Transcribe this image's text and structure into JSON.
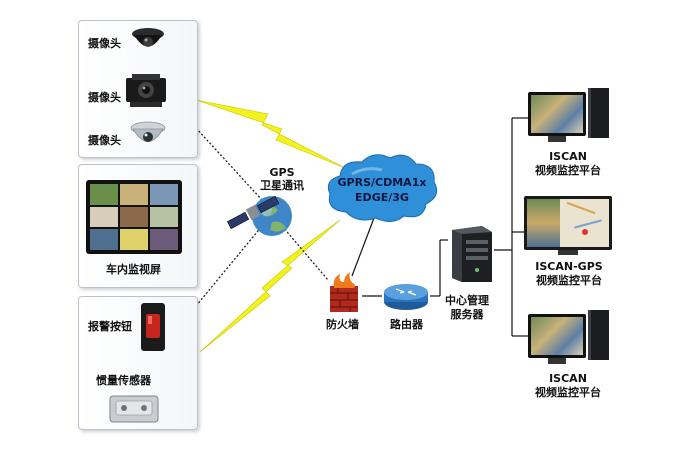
{
  "left_panel": {
    "cameras": [
      "摄像头",
      "摄像头",
      "摄像头"
    ],
    "monitor_label": "车内监视屏",
    "alarm_label": "报警按钮",
    "sensor_label": "惯量传感器"
  },
  "gps": {
    "title": "GPS",
    "subtitle": "卫星通讯"
  },
  "cloud": {
    "line1": "GPRS/CDMA1x",
    "line2": "EDGE/3G"
  },
  "network": {
    "firewall": "防火墙",
    "router": "路由器",
    "server_line1": "中心管理",
    "server_line2": "服务器"
  },
  "platforms": [
    {
      "name": "ISCAN",
      "desc": "视频监控平台"
    },
    {
      "name": "ISCAN-GPS",
      "desc": "视频监控平台"
    },
    {
      "name": "ISCAN",
      "desc": "视频监控平台"
    }
  ],
  "colors": {
    "lightning": "#f2f21c",
    "cloud": "#2f8fd8",
    "panel_border": "#b9c3cf",
    "wire": "#1a2a6c"
  }
}
